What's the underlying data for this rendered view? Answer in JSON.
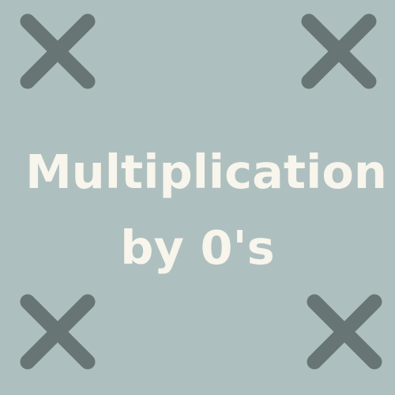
{
  "title": {
    "line1": "Multiplication",
    "line2": "by 0's"
  },
  "decorations": {
    "icon": "x-mark-icon",
    "count": 4
  },
  "colors": {
    "background": "#aebfbf",
    "icon": "#687575",
    "text": "#f7f5ec"
  }
}
